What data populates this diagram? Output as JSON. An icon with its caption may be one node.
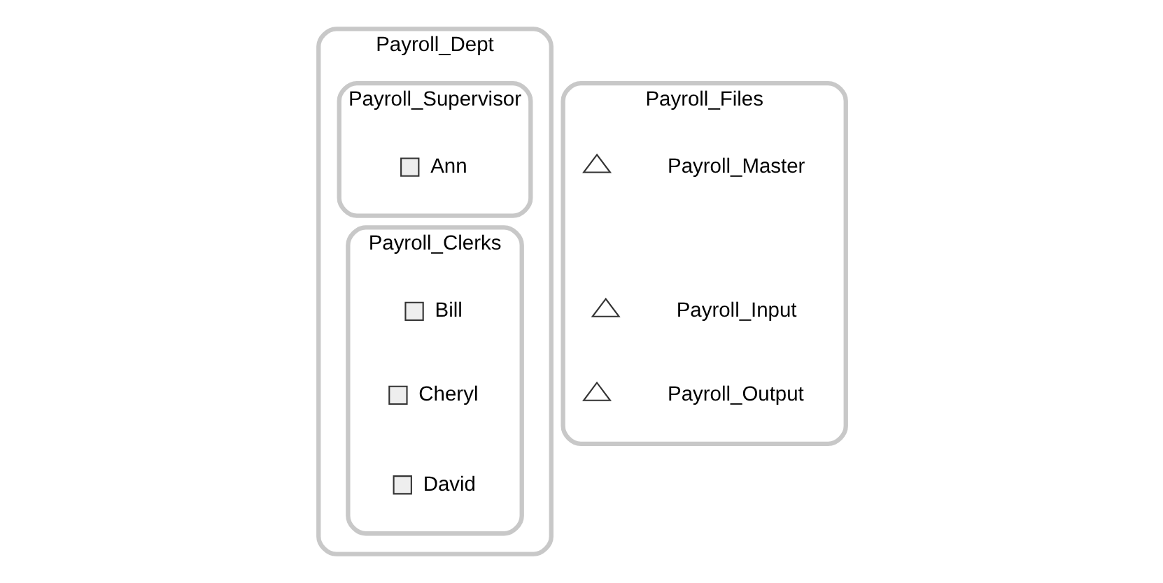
{
  "diagram": {
    "nodes": [
      {
        "text": [
          "Payroll_Dept"
        ]
      },
      {
        "text": [
          "Payroll_Supervisor"
        ],
        "in": 0
      },
      {
        "text": [
          "Ann"
        ],
        "in": 1
      },
      {
        "text": [
          "Payroll_Clerks"
        ],
        "in": 0
      },
      {
        "text": [
          "Bill"
        ],
        "in": 3
      },
      {
        "text": [
          "Cheryl"
        ],
        "in": 3
      },
      {
        "text": [
          "David"
        ],
        "in": 3
      },
      {
        "text": [
          "Payroll_Files"
        ]
      },
      {
        "text": [
          "Payroll_Master"
        ],
        "in": 7
      },
      {
        "text": [
          "Payroll_Input"
        ],
        "in": 7
      },
      {
        "text": [
          "Payroll_Output"
        ],
        "in": 7
      }
    ]
  }
}
